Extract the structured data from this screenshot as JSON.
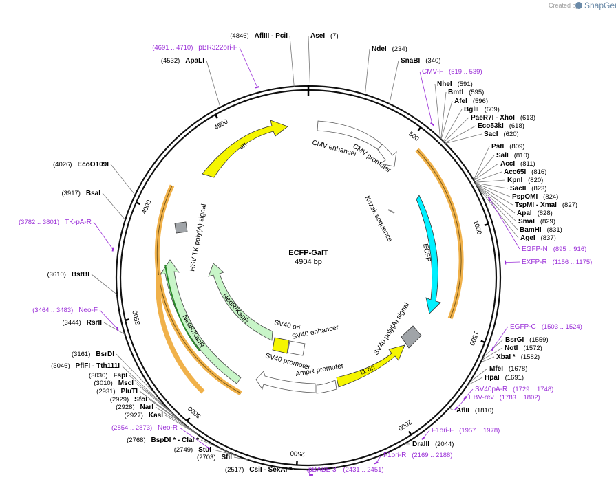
{
  "credit": {
    "prefix": "Created by",
    "brand": "SnapGene"
  },
  "plasmid": {
    "name": "ECFP-GalT",
    "length": "4904 bp"
  },
  "ticks": [
    "500",
    "1000",
    "1500",
    "2000",
    "2500",
    "3000",
    "3500",
    "4000",
    "4500"
  ],
  "sites_top": [
    {
      "num": "(4846)",
      "name": "AflIII",
      "sep": " - ",
      "name2": "PciI"
    },
    {
      "name": "AseI",
      "num": "(7)"
    },
    {
      "name": "NdeI",
      "num": "(234)"
    },
    {
      "name": "SnaBI",
      "num": "(340)"
    },
    {
      "num": "(4532)",
      "name": "ApaLI"
    }
  ],
  "sites_right": [
    {
      "name": "NheI",
      "num": "(591)"
    },
    {
      "name": "BmtI",
      "num": "(595)"
    },
    {
      "name": "AfeI",
      "num": "(596)"
    },
    {
      "name": "BglII",
      "num": "(609)"
    },
    {
      "name": "PaeR7I",
      "sep": " - ",
      "name2": "XhoI",
      "num": "(613)"
    },
    {
      "name": "Eco53kI",
      "num": "(618)"
    },
    {
      "name": "SacI",
      "num": "(620)"
    },
    {
      "name": "PstI",
      "num": "(809)"
    },
    {
      "name": "SalI",
      "num": "(810)"
    },
    {
      "name": "AccI",
      "num": "(811)"
    },
    {
      "name": "Acc65I",
      "num": "(816)"
    },
    {
      "name": "KpnI",
      "num": "(820)"
    },
    {
      "name": "SacII",
      "num": "(823)"
    },
    {
      "name": "PspOMI",
      "num": "(824)"
    },
    {
      "name": "TspMI",
      "sep": " - ",
      "name2": "XmaI",
      "num": "(827)"
    },
    {
      "name": "ApaI",
      "num": "(828)"
    },
    {
      "name": "SmaI",
      "num": "(829)"
    },
    {
      "name": "BamHI",
      "num": "(831)"
    },
    {
      "name": "AgeI",
      "num": "(837)"
    },
    {
      "name": "BsrGI",
      "num": "(1559)"
    },
    {
      "name": "NotI",
      "num": "(1572)"
    },
    {
      "name": "XbaI *",
      "num": "(1582)"
    },
    {
      "name": "MfeI",
      "num": "(1678)"
    },
    {
      "name": "HpaI",
      "num": "(1691)"
    },
    {
      "name": "AflII",
      "num": "(1810)"
    },
    {
      "name": "DraIII",
      "num": "(2044)"
    }
  ],
  "sites_left": [
    {
      "num": "(4026)",
      "name": "EcoO109I"
    },
    {
      "num": "(3917)",
      "name": "BsaI"
    },
    {
      "num": "(3610)",
      "name": "BstBI"
    },
    {
      "num": "(3444)",
      "name": "RsrII"
    },
    {
      "num": "(3161)",
      "name": "BsrDI"
    },
    {
      "num": "(3046)",
      "name": "PflFI",
      "sep": " - ",
      "name2": "Tth111I"
    },
    {
      "num": "(3030)",
      "name": "FspI"
    },
    {
      "num": "(3010)",
      "name": "MscI"
    },
    {
      "num": "(2931)",
      "name": "PluTI"
    },
    {
      "num": "(2929)",
      "name": "SfoI"
    },
    {
      "num": "(2928)",
      "name": "NarI"
    },
    {
      "num": "(2927)",
      "name": "KasI"
    },
    {
      "num": "(2768)",
      "name": "BspDI *",
      "sep": " - ",
      "name2": "ClaI *"
    },
    {
      "num": "(2749)",
      "name": "StuI"
    },
    {
      "num": "(2703)",
      "name": "SfiI"
    },
    {
      "num": "(2517)",
      "name": "CsiI",
      "sep": " - ",
      "name2": "SexAI *"
    }
  ],
  "primers": [
    {
      "range": "(4691 .. 4710)",
      "name": "pBR322ori-F"
    },
    {
      "range": "(519 .. 539)",
      "name": "CMV-F"
    },
    {
      "range": "(895 .. 916)",
      "name": "EGFP-N"
    },
    {
      "range": "(1156 .. 1175)",
      "name": "EXFP-R"
    },
    {
      "range": "(1503 .. 1524)",
      "name": "EGFP-C"
    },
    {
      "range": "(1729 .. 1748)",
      "name": "SV40pA-R"
    },
    {
      "range": "(1783 .. 1802)",
      "name": "EBV-rev"
    },
    {
      "range": "(1957 .. 1978)",
      "name": "F1ori-F"
    },
    {
      "range": "(2169 .. 2188)",
      "name": "F1ori-R"
    },
    {
      "range": "(2431 .. 2451)",
      "name": "pBABE 3'"
    },
    {
      "range": "(2854 .. 2873)",
      "name": "Neo-R"
    },
    {
      "range": "(3464 .. 3483)",
      "name": "Neo-F"
    },
    {
      "range": "(3782 .. 3801)",
      "name": "TK-pA-R"
    }
  ],
  "features": {
    "cmv_enhancer": "CMV enhancer",
    "cmv_promoter": "CMV promoter",
    "kozak": "Kozak sequence",
    "ecfp": "ECFP",
    "sv40_polya": "SV40 poly(A) signal",
    "f1_ori": "f1 ori",
    "ampr_promoter": "AmpR promoter",
    "sv40_promoter": "SV40 promoter",
    "sv40_ori": "SV40 ori",
    "sv40_enhancer": "SV40 enhancer",
    "neokanr_outer": "NeoR/KanR",
    "neokanr_inner": "NeoR/KanR",
    "hsv_tk": "HSV TK poly(A) signal",
    "ori": "ori"
  },
  "colors": {
    "ori": "#f5f500",
    "ecfp": "#00f0ff",
    "neokanr": "#c8f5c8",
    "primer": "#9b30d8",
    "orf_outline": "#f0b14a",
    "gray_feature": "#a0a4a8"
  }
}
